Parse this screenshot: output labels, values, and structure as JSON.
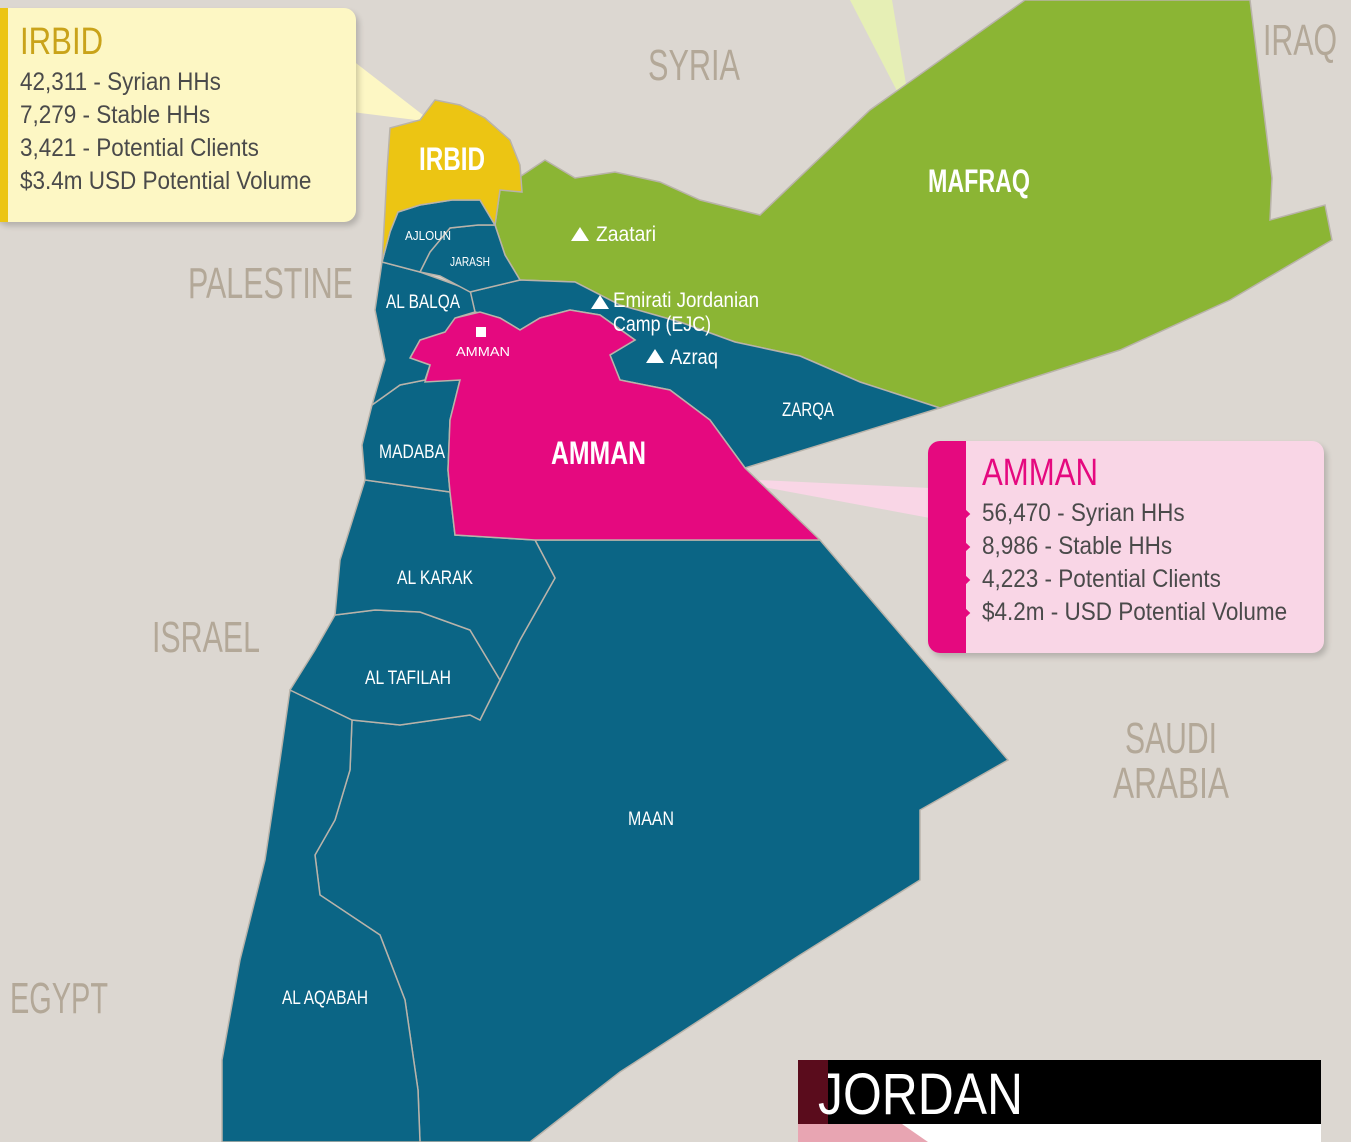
{
  "map_title": "JORDAN",
  "colors": {
    "background": "#dcd7d1",
    "governorate": "#0b6585",
    "mafraq": "#8bb534",
    "irbid": "#ecc513",
    "amman": "#e5097f",
    "border": "#b9b3aa"
  },
  "neighbors": {
    "syria": "SYRIA",
    "iraq": "IRAQ",
    "palestine": "PALESTINE",
    "israel": "ISRAEL",
    "saudi_line1": "SAUDI",
    "saudi_line2": "ARABIA",
    "egypt": "EGYPT"
  },
  "governorates": {
    "irbid": "IRBID",
    "mafraq": "MAFRAQ",
    "ajloun": "AJLOUN",
    "jarash": "JARASH",
    "al_balqa": "AL BALQA",
    "amman": "AMMAN",
    "amman_city": "AMMAN",
    "zarqa": "ZARQA",
    "madaba": "MADABA",
    "al_karak": "AL KARAK",
    "al_tafilah": "AL TAFILAH",
    "maan": "MAAN",
    "al_aqabah": "AL AQABAH"
  },
  "camps": {
    "zaatari": "Zaatari",
    "ejc_line1": "Emirati Jordanian",
    "ejc_line2": "Camp (EJC)",
    "azraq": "Azraq"
  },
  "callouts": {
    "irbid": {
      "title": "IRBID",
      "items": [
        "42,311 - Syrian HHs",
        "7,279 - Stable HHs",
        "3,421 - Potential Clients",
        "$3.4m USD Potential Volume"
      ]
    },
    "amman": {
      "title": "AMMAN",
      "items": [
        "56,470 - Syrian HHs",
        "8,986 - Stable HHs",
        "4,223 - Potential Clients",
        "$4.2m - USD Potential Volume"
      ]
    }
  }
}
